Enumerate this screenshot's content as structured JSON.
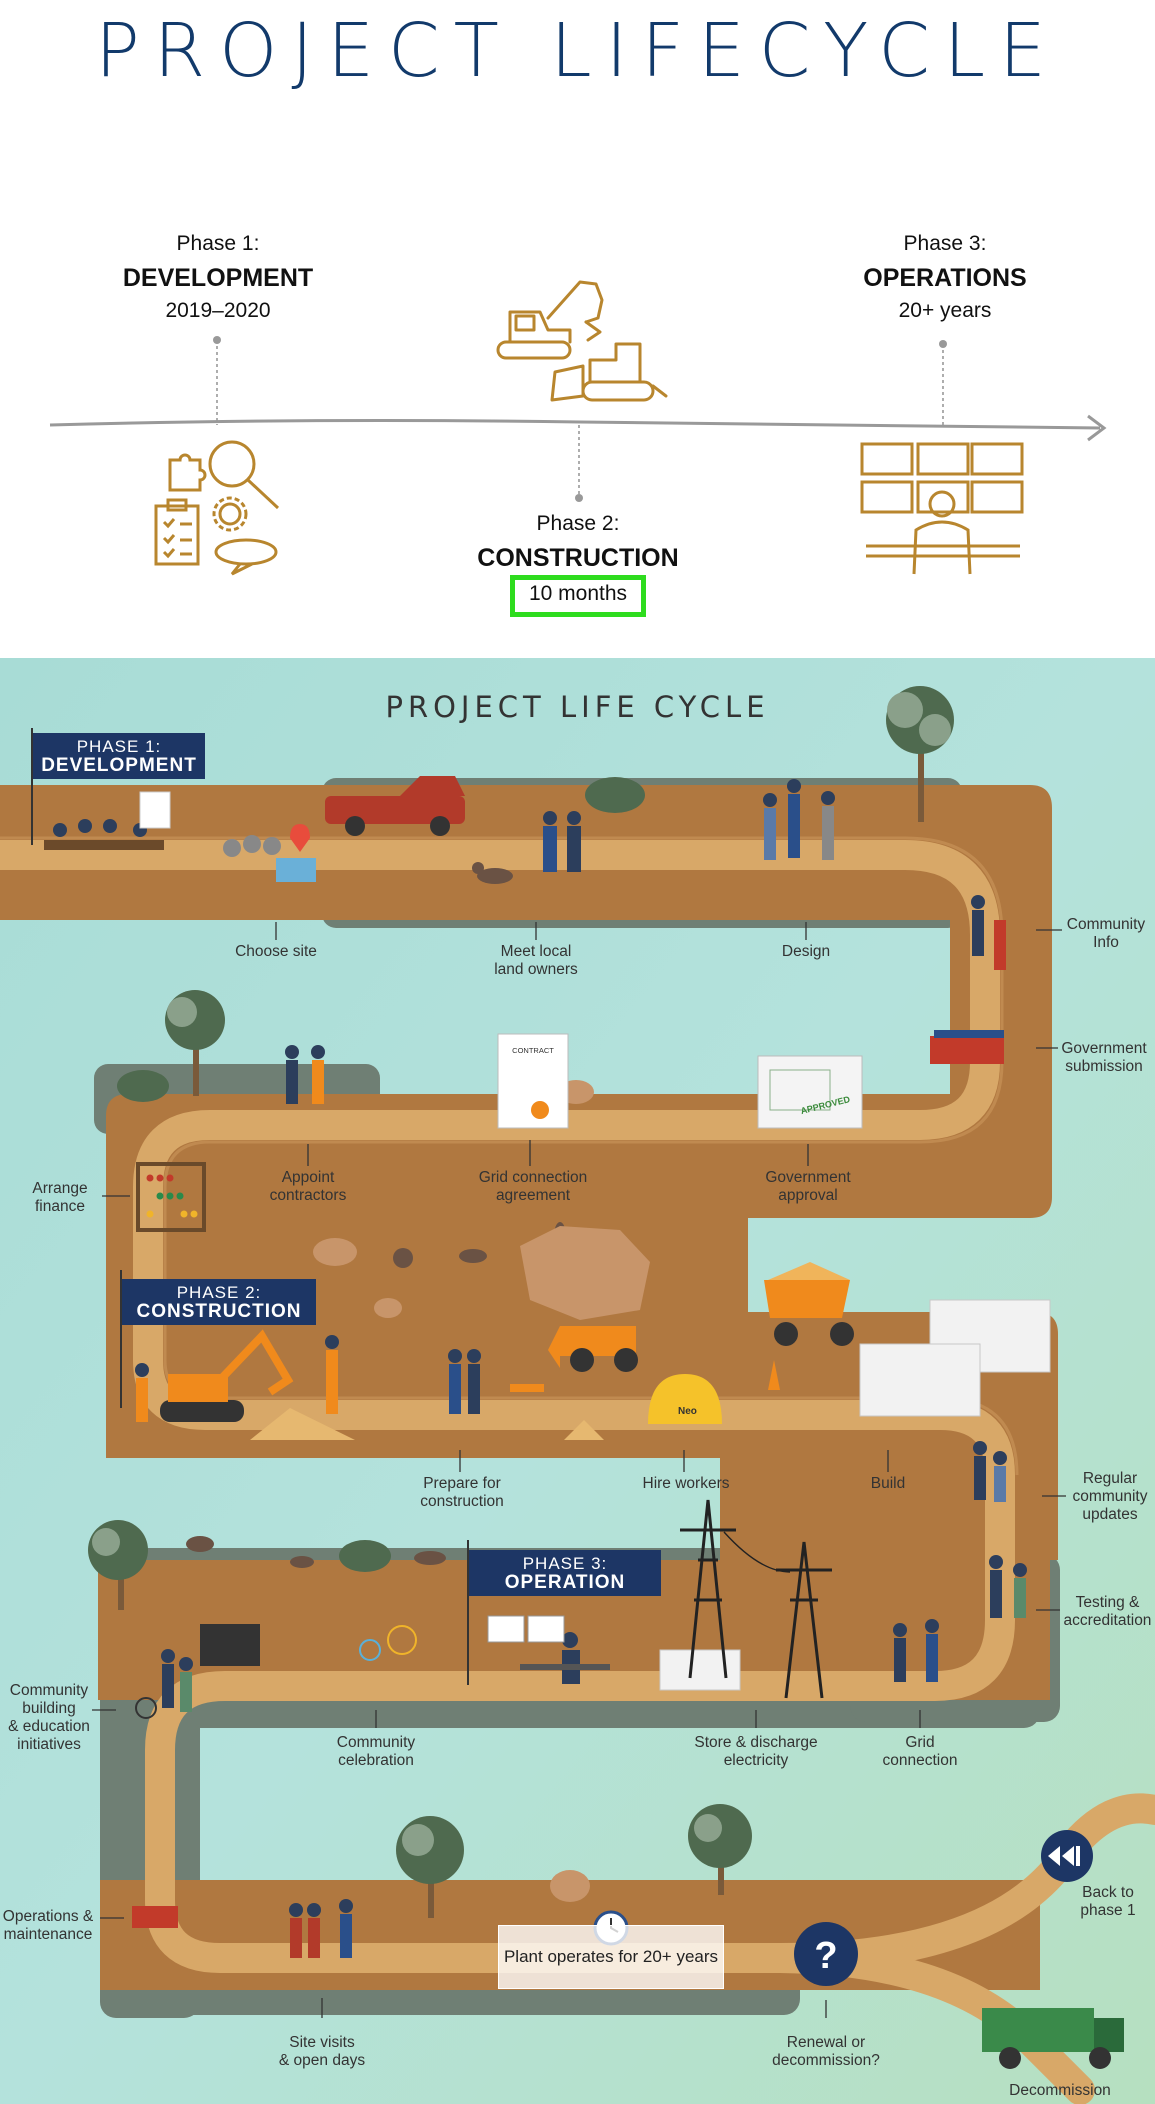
{
  "title": "PROJECT LIFECYCLE",
  "phases": [
    {
      "num": "Phase 1:",
      "name": "DEVELOPMENT",
      "duration": "2019–2020"
    },
    {
      "num": "Phase 2:",
      "name": "CONSTRUCTION",
      "duration": "10 months"
    },
    {
      "num": "Phase 3:",
      "name": "OPERATIONS",
      "duration": "20+ years"
    }
  ],
  "infographic": {
    "title": "PROJECT LIFE CYCLE",
    "flags": [
      {
        "line1": "PHASE 1:",
        "line2": "DEVELOPMENT"
      },
      {
        "line1": "PHASE 2:",
        "line2": "CONSTRUCTION"
      },
      {
        "line1": "PHASE 3:",
        "line2": "OPERATION"
      }
    ],
    "steps": {
      "choose_site": "Choose site",
      "meet_owners": "Meet local\nland owners",
      "design": "Design",
      "community_info": "Community\nInfo",
      "gov_submission": "Government\nsubmission",
      "arrange_finance": "Arrange\nfinance",
      "appoint_contractors": "Appoint\ncontractors",
      "grid_agreement": "Grid connection\nagreement",
      "gov_approval": "Government\napproval",
      "prepare_construction": "Prepare for\nconstruction",
      "hire_workers": "Hire workers",
      "build": "Build",
      "regular_updates": "Regular\ncommunity\nupdates",
      "testing": "Testing &\naccreditation",
      "community_building": "Community\nbuilding\n& education\ninitiatives",
      "community_celebration": "Community\ncelebration",
      "store_discharge": "Store & discharge\nelectricity",
      "grid_connection": "Grid\nconnection",
      "operations_maintenance": "Operations &\nmaintenance",
      "site_visits": "Site visits\n& open days",
      "renewal": "Renewal or\ndecommission?",
      "back_phase1": "Back to\nphase 1",
      "decommission": "Decommission"
    },
    "plant_operates": "Plant operates for 20+ years",
    "contract_text": "CONTRACT",
    "approved_text": "APPROVED",
    "helmet_text": "Neo"
  },
  "colors": {
    "title_blue": "#123a6b",
    "icon_gold": "#b8862e",
    "highlight_green": "#2edc1e",
    "road_brown": "#b07840",
    "road_light": "#d8a868",
    "green_strip": "#6f7f74",
    "flag_navy": "#1d3665",
    "orange": "#f08a1c"
  },
  "icons": [
    "excavator-icon",
    "bulldozer-icon",
    "puzzle-icon",
    "magnifier-icon",
    "gear-icon",
    "checklist-icon",
    "speech-bubble-icon",
    "monitor-wall-icon",
    "operator-icon"
  ]
}
